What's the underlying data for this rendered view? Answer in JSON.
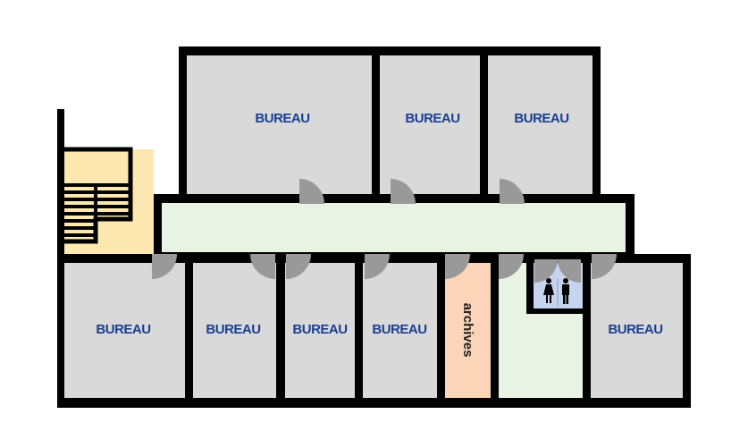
{
  "plan": {
    "rooms_top": [
      {
        "label": "BUREAU"
      },
      {
        "label": "BUREAU"
      },
      {
        "label": "BUREAU"
      }
    ],
    "rooms_bottom": [
      {
        "label": "BUREAU"
      },
      {
        "label": "BUREAU"
      },
      {
        "label": "BUREAU"
      },
      {
        "label": "BUREAU"
      }
    ],
    "archives": {
      "label": "archives"
    },
    "right_office": {
      "label": "BUREAU"
    },
    "colors": {
      "wall": "#000000",
      "office": "#d9d9d9",
      "corridor": "#e8f3e3",
      "stairs": "#fde9b0",
      "archives": "#fcd5b8",
      "toilets": "#c6d4ef",
      "door": "#999999",
      "label": "#1a3f91"
    },
    "icons": [
      "stairs-icon",
      "door-icon",
      "toilet-women-icon",
      "toilet-men-icon"
    ]
  }
}
